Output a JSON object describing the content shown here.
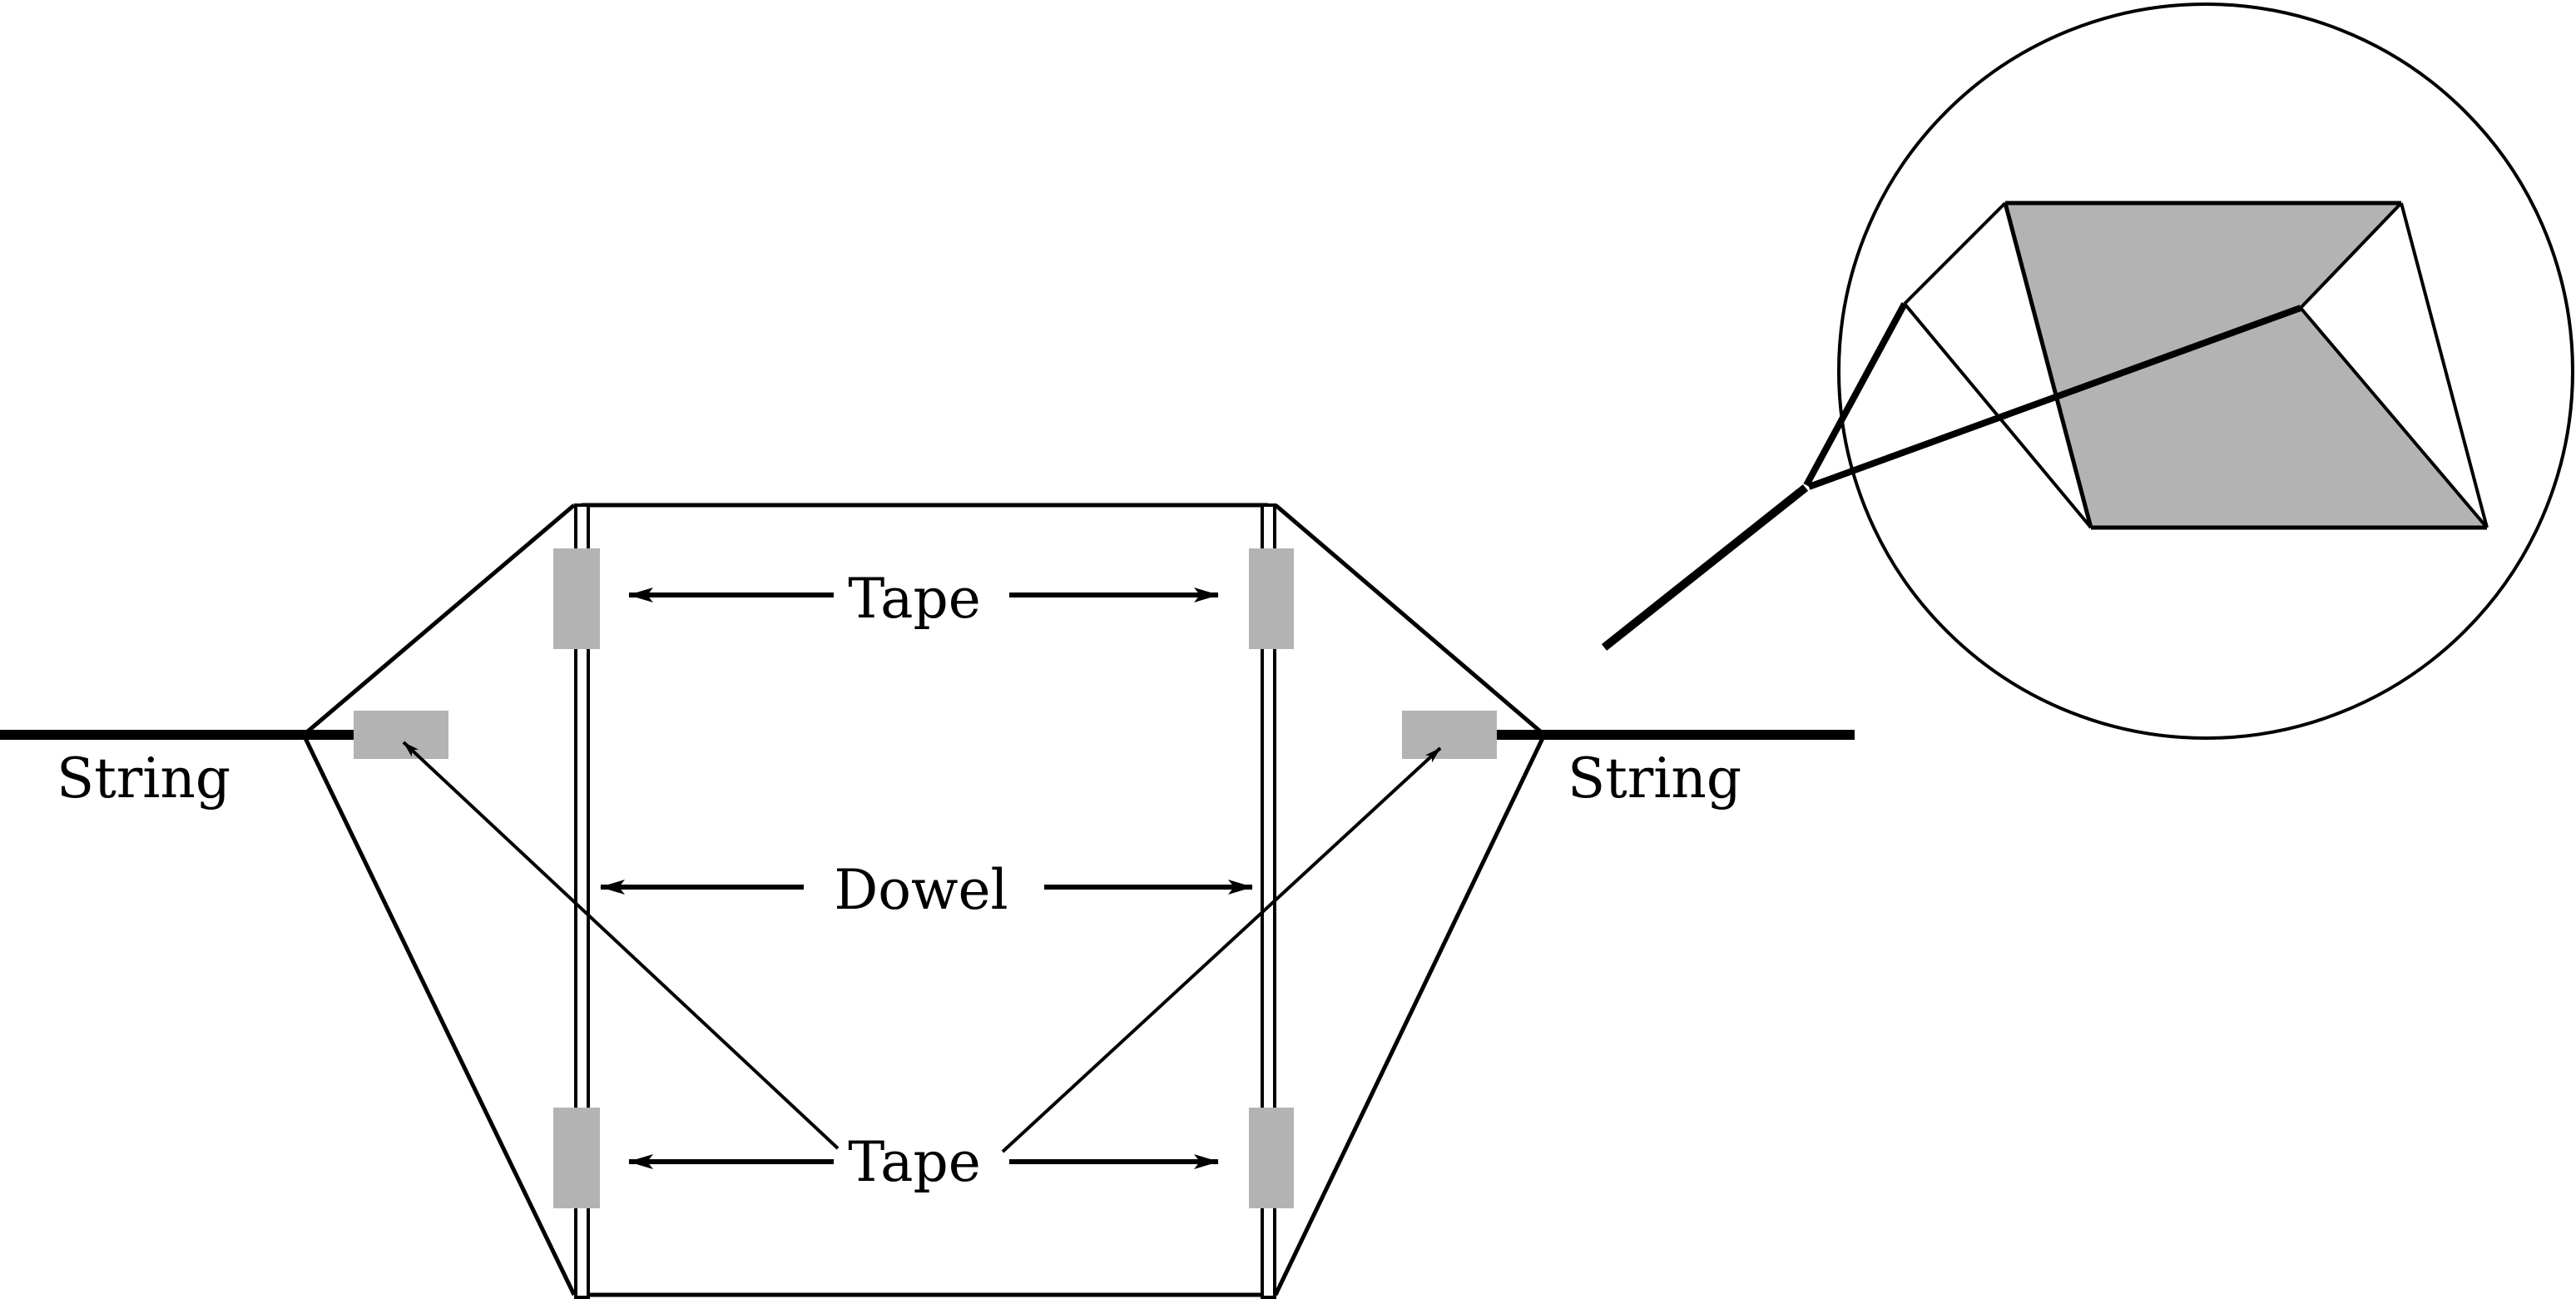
{
  "title": "Kite construction diagram",
  "colors": {
    "line": "#000000",
    "tape": "#b3b3b3",
    "background": "#ffffff"
  },
  "labels": {
    "string_left": "String",
    "string_right": "String",
    "tape_top": "Tape",
    "dowel": "Dowel",
    "tape_bottom": "Tape"
  },
  "inset": {
    "description": "Circular inset showing kite in flight with bridle and string"
  }
}
